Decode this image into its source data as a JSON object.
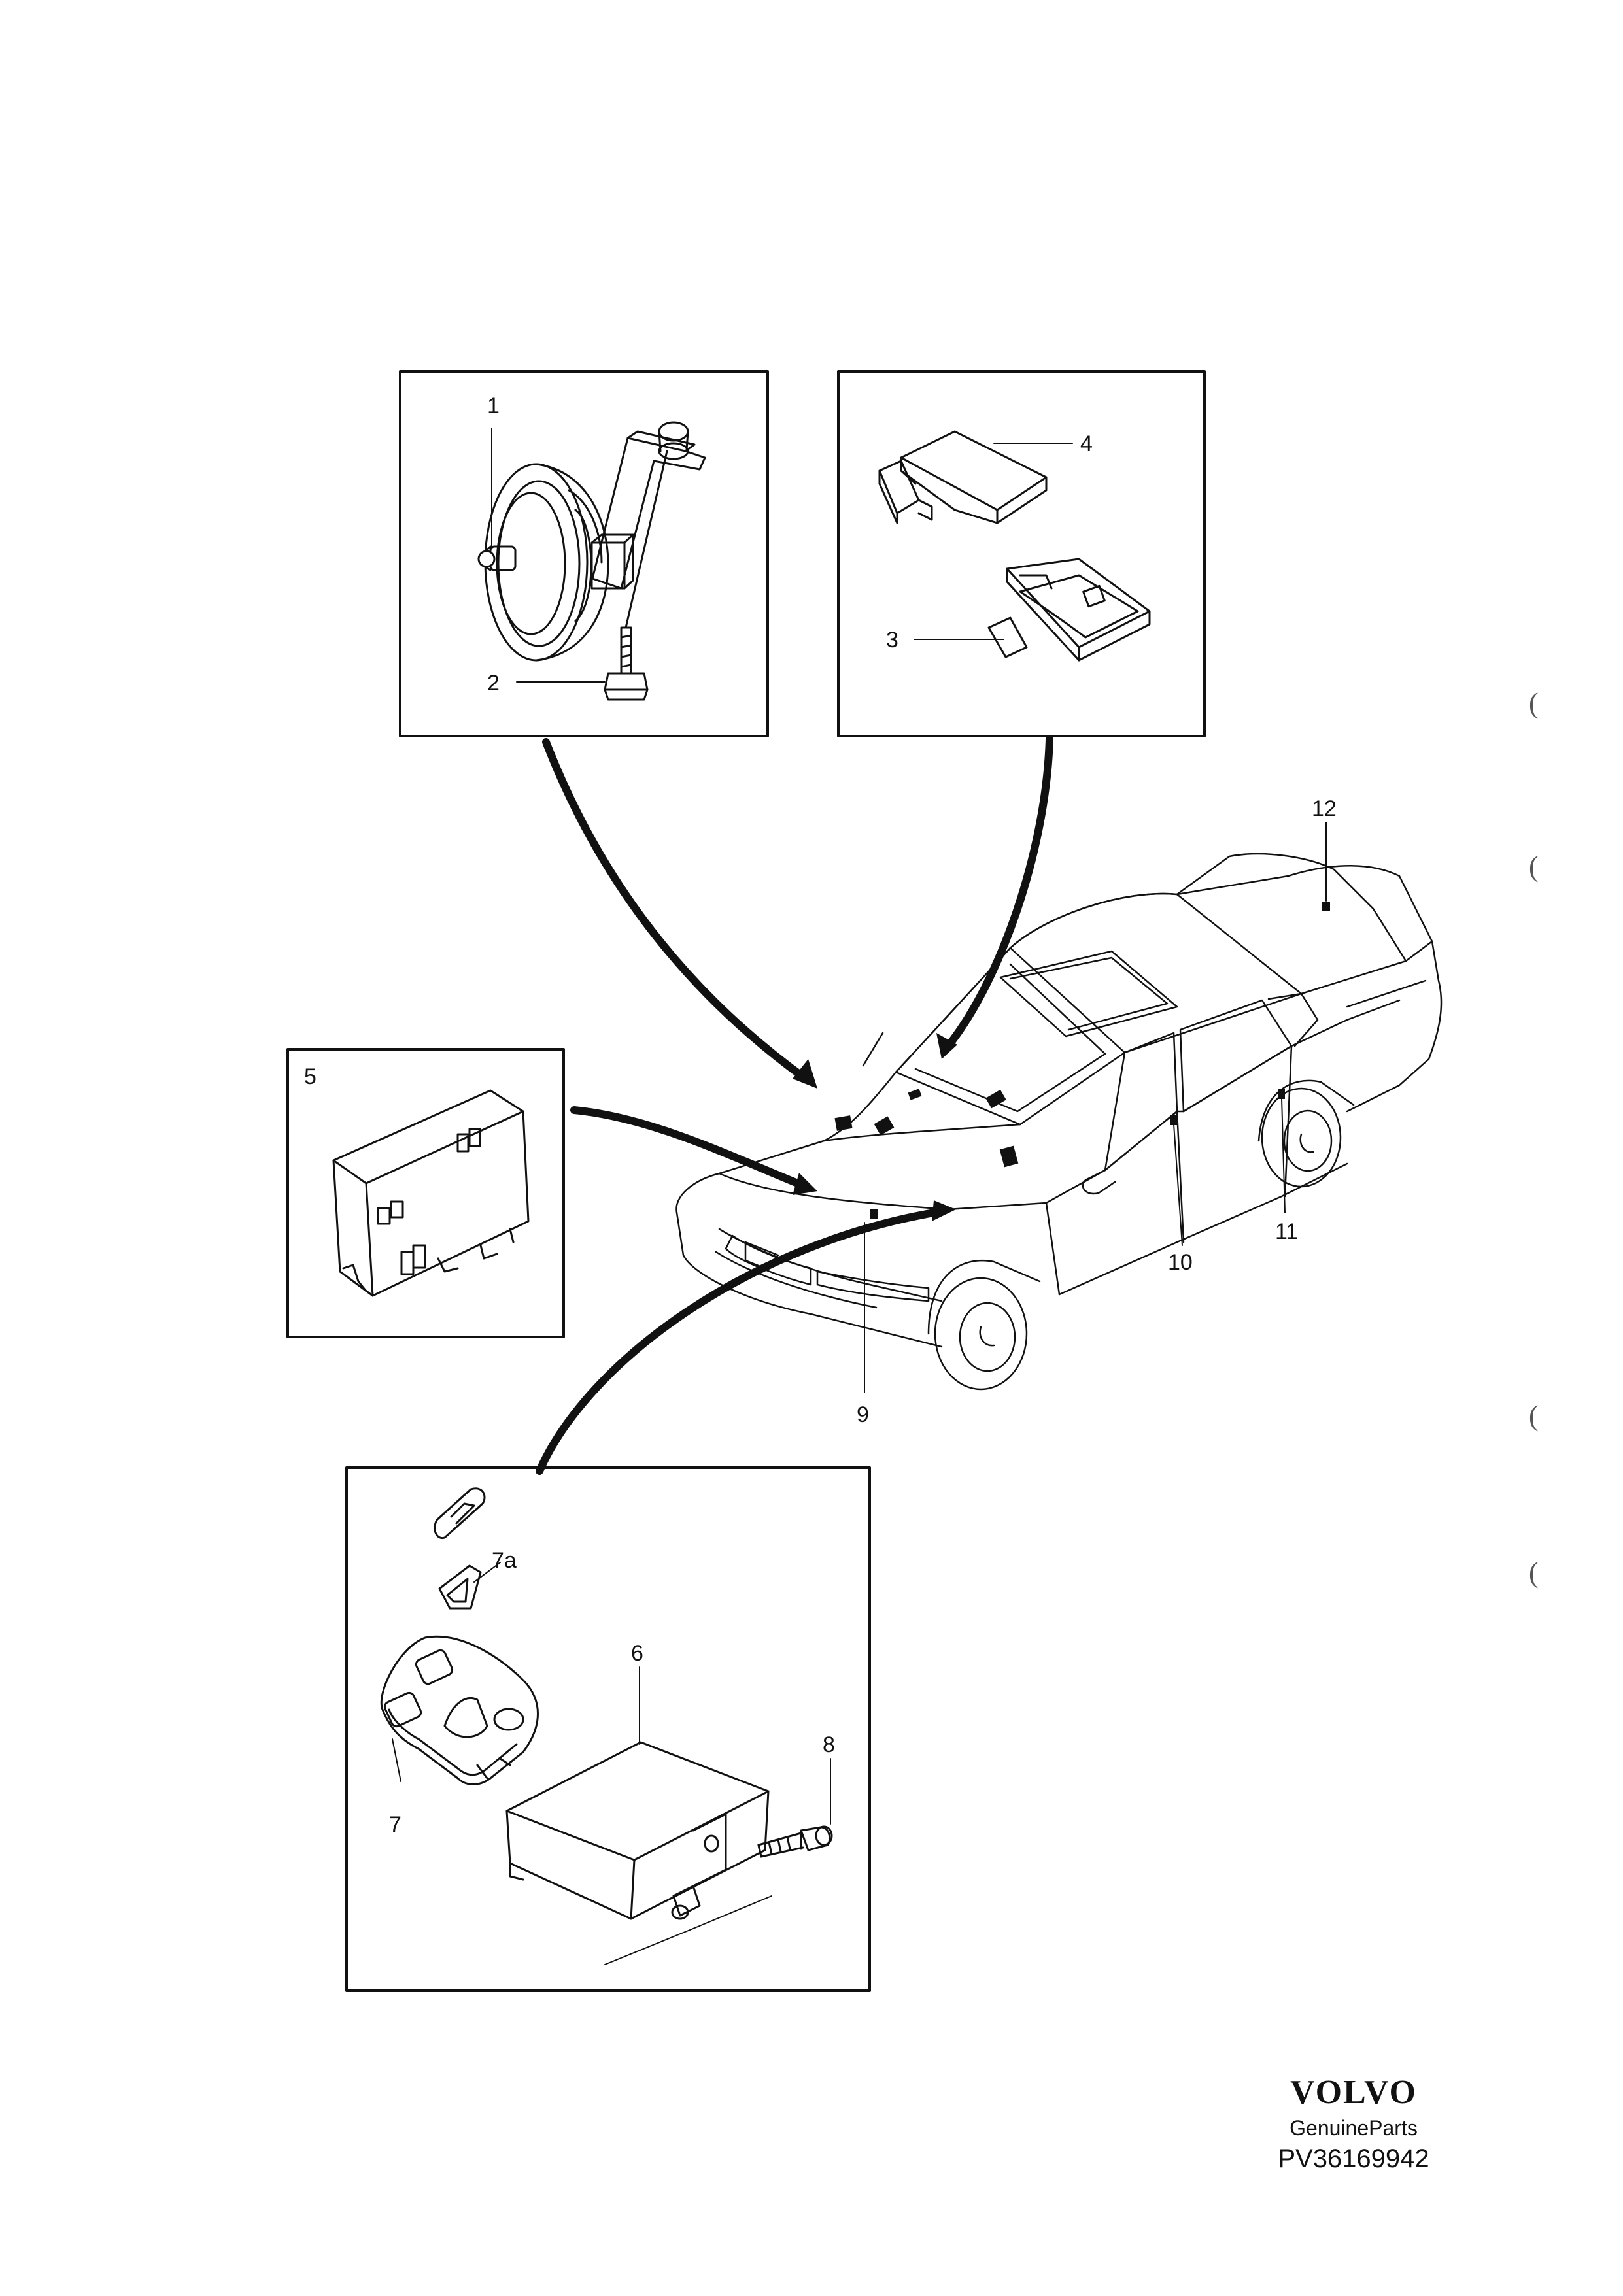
{
  "callouts": {
    "c1": "1",
    "c2": "2",
    "c3": "3",
    "c4": "4",
    "c5": "5",
    "c6": "6",
    "c7": "7",
    "c7a": "7a",
    "c8": "8",
    "c9": "9",
    "c10": "10",
    "c11": "11",
    "c12": "12"
  },
  "footer": {
    "brand": "VOLVO",
    "subtitle": "GenuineParts",
    "reference": "PV36169942"
  },
  "margin_marks": [
    "(",
    "(",
    "(",
    "("
  ]
}
